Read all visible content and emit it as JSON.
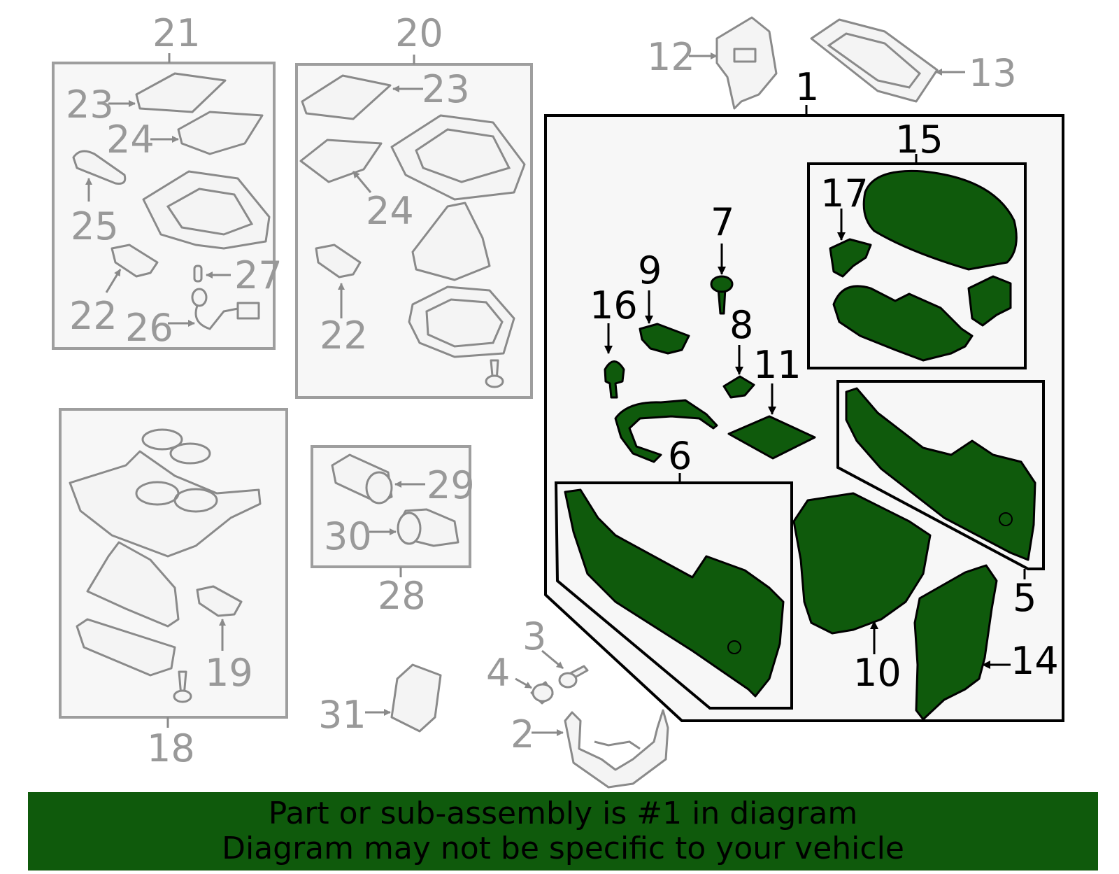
{
  "callouts": {
    "n1": "1",
    "n2": "2",
    "n3": "3",
    "n4": "4",
    "n5": "5",
    "n6": "6",
    "n7": "7",
    "n8": "8",
    "n9": "9",
    "n10": "10",
    "n11": "11",
    "n12": "12",
    "n13": "13",
    "n14": "14",
    "n15": "15",
    "n16": "16",
    "n17": "17",
    "n18": "18",
    "n19": "19",
    "n20": "20",
    "n21": "21",
    "n22a": "22",
    "n22b": "22",
    "n23a": "23",
    "n23b": "23",
    "n24a": "24",
    "n24b": "24",
    "n25": "25",
    "n26": "26",
    "n27": "27",
    "n28": "28",
    "n29": "29",
    "n30": "30",
    "n31": "31"
  },
  "banner": {
    "line1": "Part or sub-assembly is #1 in diagram",
    "line2": "Diagram may not be specific to your vehicle"
  },
  "colors": {
    "highlight": "#0f5a0c",
    "gray": "#999999"
  }
}
